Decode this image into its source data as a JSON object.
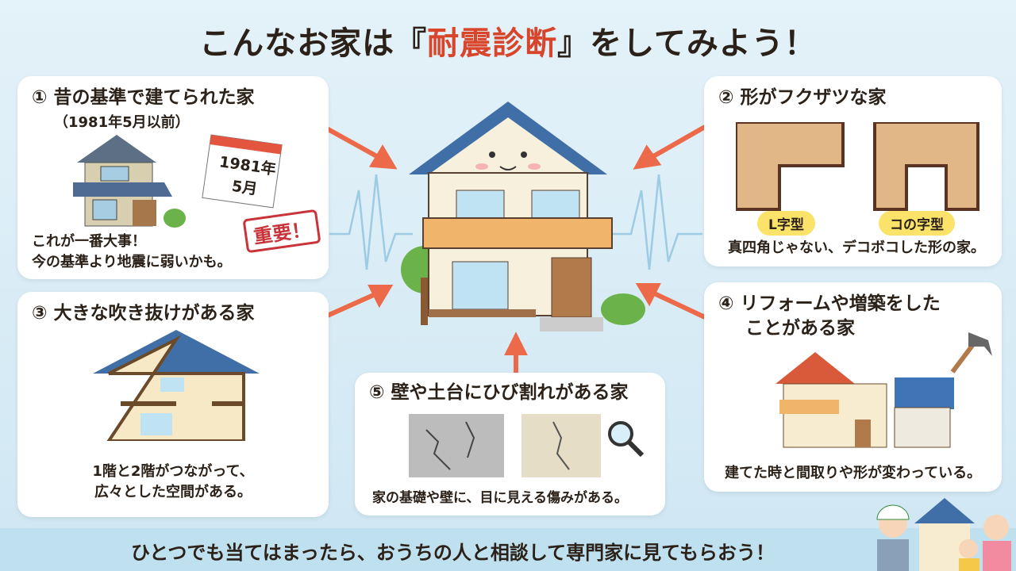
{
  "title": {
    "pre": "こんなお家は『",
    "highlight": "耐震診断",
    "post": "』をしてみよう！"
  },
  "cards": [
    {
      "title": "① 昔の基準で建てられた家",
      "subtitle": "（1981年5月以前）",
      "calendar": [
        "1981年",
        "5月"
      ],
      "stamp": "重要！",
      "desc": [
        "これが一番大事！",
        "今の基準より地震に弱いかも。"
      ]
    },
    {
      "title": "② 形がフクザツな家",
      "labels": [
        "L字型",
        "コの字型"
      ],
      "desc": [
        "真四角じゃない、デコボコした形の家。"
      ]
    },
    {
      "title": "③ 大きな吹き抜けがある家",
      "desc": [
        "1階と2階がつながって、",
        "広々とした空間がある。"
      ]
    },
    {
      "title": "④ リフォームや増築をした",
      "title2": "ことがある家",
      "desc": [
        "建てた時と間取りや形が変わっている。"
      ]
    },
    {
      "title": "⑤ 壁や土台にひび割れがある家",
      "desc": [
        "家の基礎や壁に、目に見える傷みがある。"
      ]
    }
  ],
  "banner": "ひとつでも当てはまったら、おうちの人と相談して専門家に見てもらおう！",
  "colors": {
    "accent": "#d9452a",
    "arrow": "#ec6a4a",
    "roof": "#3f6fa6",
    "bg": "#d6ecf5"
  }
}
